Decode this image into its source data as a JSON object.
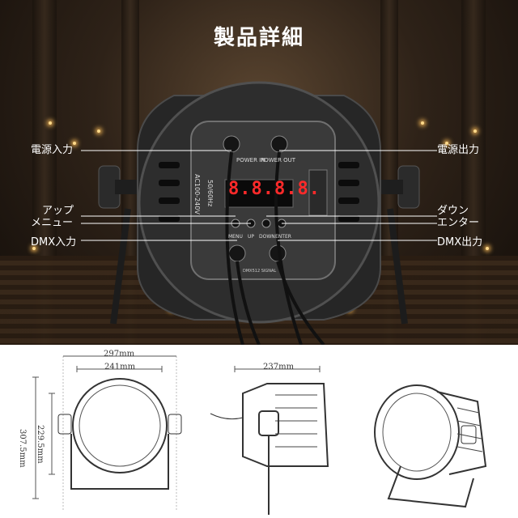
{
  "title": "製品詳細",
  "panel": {
    "power_in": "POWER IN",
    "power_out": "POWER OUT",
    "voltage": "AC100-240V",
    "freq": "50/60Hz",
    "display": "8.8.8.8.",
    "btn_menu": "MENU",
    "btn_up": "UP",
    "btn_down": "DOWN",
    "btn_enter": "ENTER",
    "dmx_label": "DMX512 SIGNAL"
  },
  "labels": {
    "power_input": "電源入力",
    "power_output": "電源出力",
    "up": "アップ",
    "menu": "メニュー",
    "down": "ダウン",
    "enter": "エンター",
    "dmx_input": "DMX入力",
    "dmx_output": "DMX出力"
  },
  "dimensions": {
    "width_outer": "297mm",
    "width_inner": "241mm",
    "height_total": "307.5mm",
    "height_inner": "229.5mm",
    "depth": "237mm"
  }
}
